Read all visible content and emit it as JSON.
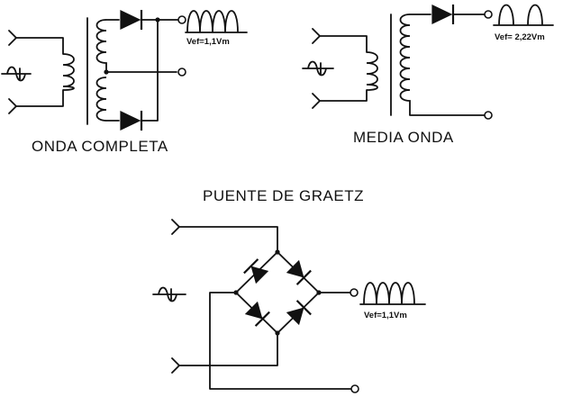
{
  "circuits": {
    "full_wave": {
      "title": "ONDA  COMPLETA",
      "formula": "Vef=1,1Vm"
    },
    "half_wave": {
      "title": "MEDIA ONDA",
      "formula": "Vef= 2,22Vm"
    },
    "bridge": {
      "title": "PUENTE DE GRAETZ",
      "formula": "Vef=1,1Vm"
    }
  },
  "colors": {
    "ink": "#111111",
    "background": "#ffffff"
  }
}
